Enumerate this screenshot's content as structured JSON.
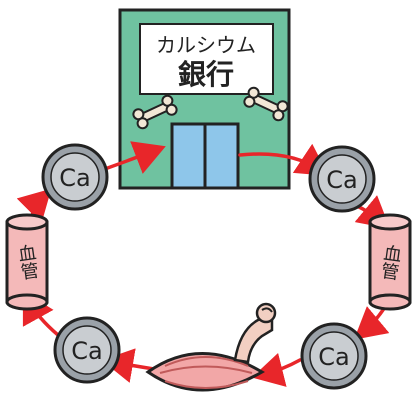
{
  "bank": {
    "sign_line1": "カルシウム",
    "sign_line2": "銀行"
  },
  "vessel_label": "血管",
  "calcium_label": "Ca",
  "colors": {
    "building": "#6fc2a0",
    "sign_bg": "#ffffff",
    "door": "#8ec6ea",
    "arrow": "#e8262a",
    "coin": "#9aa1a8",
    "coin_inner": "#c9cdd1",
    "vessel": "#f4b9b9",
    "muscle": "#f2a7a7",
    "bone": "#f2e7d6"
  }
}
